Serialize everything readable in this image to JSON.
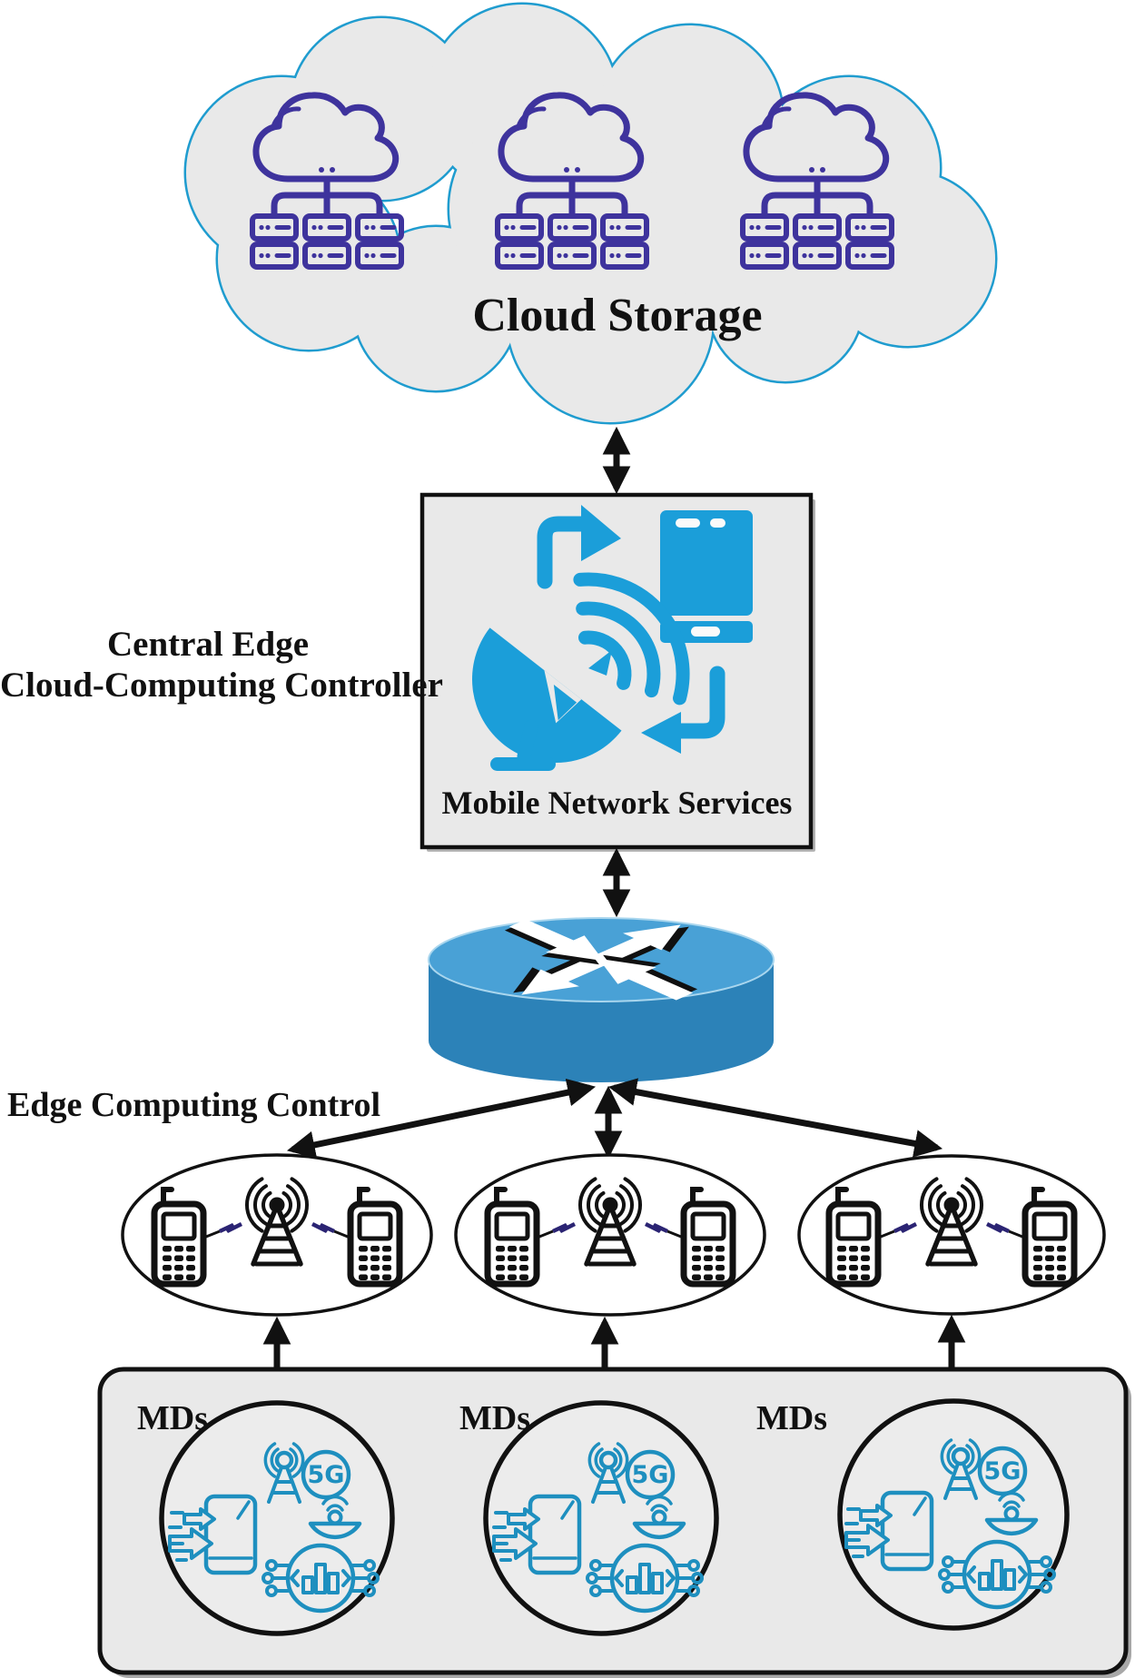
{
  "labels": {
    "cloud_storage": "Cloud Storage",
    "controller_line1": "Central Edge",
    "controller_line2": "Cloud-Computing Controller",
    "controller_box": "Mobile Network Services",
    "edge_control": "Edge Computing Control",
    "fiveg": "5G"
  },
  "md_groups": [
    {
      "label": "MDs"
    },
    {
      "label": "MDs"
    },
    {
      "label": "MDs"
    }
  ],
  "connections": [
    {
      "from": "cloud-storage",
      "to": "mobile-network-services",
      "type": "bidirectional"
    },
    {
      "from": "mobile-network-services",
      "to": "router",
      "type": "bidirectional"
    },
    {
      "from": "router",
      "to": "base-station-1",
      "type": "bidirectional"
    },
    {
      "from": "router",
      "to": "base-station-2",
      "type": "bidirectional"
    },
    {
      "from": "router",
      "to": "base-station-3",
      "type": "bidirectional"
    },
    {
      "from": "base-station-1",
      "to": "md-group-1",
      "type": "bidirectional"
    },
    {
      "from": "base-station-2",
      "to": "md-group-2",
      "type": "bidirectional"
    },
    {
      "from": "base-station-3",
      "to": "md-group-3",
      "type": "bidirectional"
    }
  ],
  "icons": [
    "cloud-servers-icon",
    "sync-arrow-icon",
    "mobile-device-icon",
    "satellite-dish-icon",
    "router-icon",
    "mobile-phone-icon",
    "radio-tower-icon",
    "fiveg-icon",
    "small-dish-icon",
    "analytics-chip-icon",
    "smartphone-transfer-icon"
  ],
  "colors": {
    "cloud_outline": "#1f9ccf",
    "panel_fill": "#e9e9e9",
    "server_purple": "#3e339d",
    "service_blue": "#1b9ed9",
    "router_top": "#49a1d6",
    "router_side": "#2c82b8",
    "md_icon_teal": "#1e8fbf",
    "line_black": "#111111",
    "bolt_navy": "#2b2473"
  }
}
